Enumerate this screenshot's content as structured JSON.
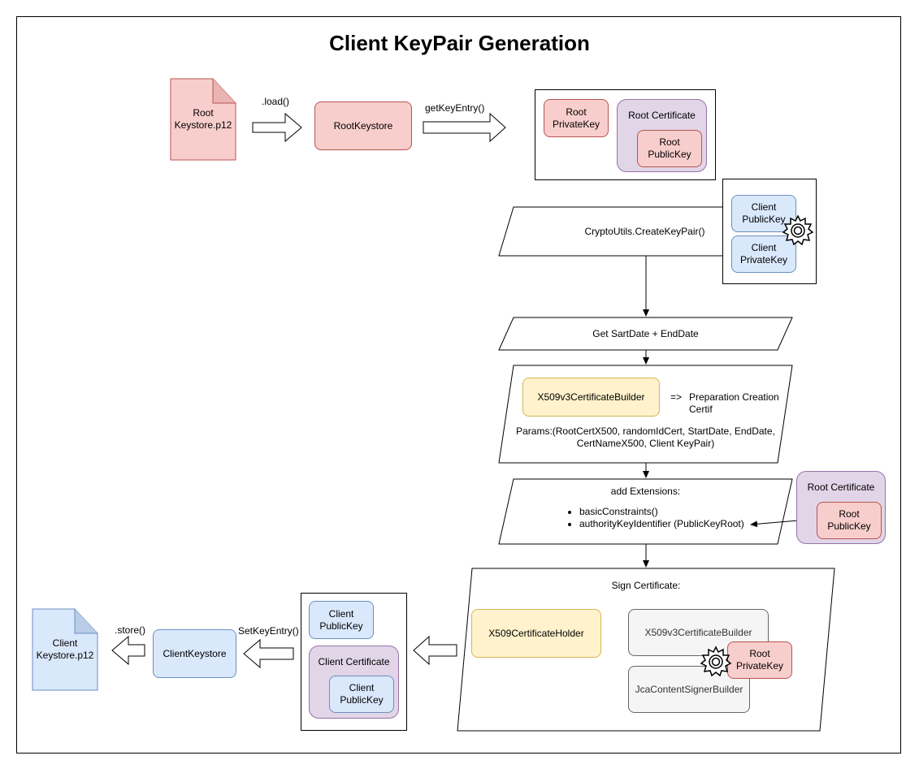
{
  "title": "Client KeyPair Generation",
  "files": {
    "root_keystore": "Root\nKeystore.p12",
    "client_keystore": "Client\nKeystore.p12"
  },
  "labels": {
    "load": ".load()",
    "get_key_entry": "getKeyEntry()",
    "set_key_entry": "SetKeyEntry()",
    "store": ".store()"
  },
  "boxes": {
    "root_keystore_obj": "RootKeystore",
    "root_private_key": "Root\nPrivateKey",
    "root_certificate": "Root Certificate",
    "root_public_key": "Root\nPublicKey",
    "client_public_key": "Client\nPublicKey",
    "client_private_key": "Client\nPrivateKey",
    "client_keystore_obj": "ClientKeystore",
    "client_certificate": "Client Certificate",
    "x509_holder": "X509CertificateHolder",
    "x509_builder": "X509v3CertificateBuilder",
    "jca_signer": "JcaContentSignerBuilder"
  },
  "steps": {
    "create_keypair": "CryptoUtils.CreateKeyPair()",
    "get_dates": "Get SartDate + EndDate",
    "builder_arrow": "=>",
    "builder_desc": "Preparation Creation\nCertif",
    "params": "Params:(RootCertX500, randomIdCert, StartDate, EndDate,\nCertNameX500, Client KeyPair)",
    "add_extensions": "add Extensions:",
    "extensions": [
      "basicConstraints()",
      "authorityKeyIdentifier (PublicKeyRoot)"
    ],
    "sign_certificate": "Sign Certificate:"
  },
  "colors": {
    "red_fill": "#f8cecc",
    "red_stroke": "#b85450",
    "blue_fill": "#dae8fc",
    "blue_stroke": "#6c8ebf",
    "yellow_fill": "#fff2cc",
    "yellow_stroke": "#d6b656",
    "purple_fill": "#e1d5e7",
    "purple_stroke": "#9673a6",
    "gray_fill": "#f5f5f5",
    "gray_stroke": "#666666"
  },
  "icons": [
    "gear-icon",
    "gear-icon"
  ]
}
